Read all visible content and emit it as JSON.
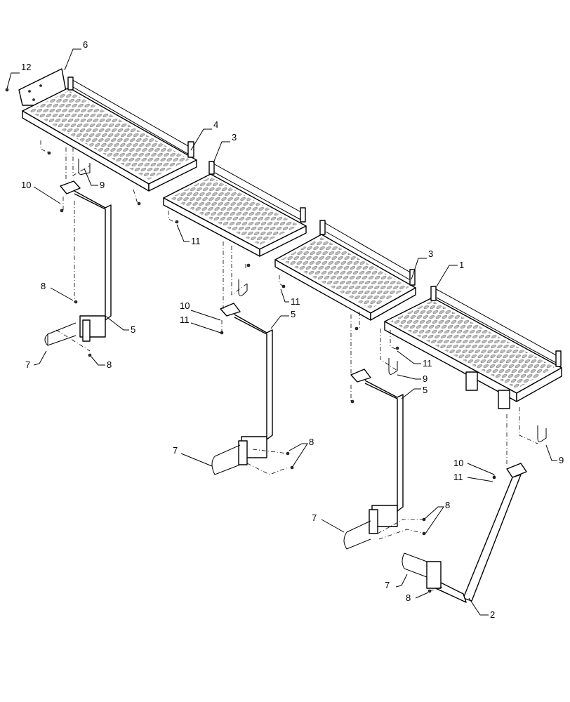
{
  "callouts": [
    {
      "id": "c12a",
      "text": "12"
    },
    {
      "id": "c6a",
      "text": "6"
    },
    {
      "id": "c4a",
      "text": "4"
    },
    {
      "id": "c3a",
      "text": "3"
    },
    {
      "id": "c9a",
      "text": "9"
    },
    {
      "id": "c10a",
      "text": "10"
    },
    {
      "id": "c11a",
      "text": "11"
    },
    {
      "id": "c8a",
      "text": "8"
    },
    {
      "id": "c5a",
      "text": "5"
    },
    {
      "id": "c7a",
      "text": "7"
    },
    {
      "id": "c8b",
      "text": "8"
    },
    {
      "id": "c11b",
      "text": "11"
    },
    {
      "id": "c10b",
      "text": "10"
    },
    {
      "id": "c11c",
      "text": "11"
    },
    {
      "id": "c5b",
      "text": "5"
    },
    {
      "id": "c3b",
      "text": "3"
    },
    {
      "id": "c1a",
      "text": "1"
    },
    {
      "id": "c11d",
      "text": "11"
    },
    {
      "id": "c9b",
      "text": "9"
    },
    {
      "id": "c5c",
      "text": "5"
    },
    {
      "id": "c7b",
      "text": "7"
    },
    {
      "id": "c8c",
      "text": "8"
    },
    {
      "id": "c9c",
      "text": "9"
    },
    {
      "id": "c10c",
      "text": "10"
    },
    {
      "id": "c11e",
      "text": "11"
    },
    {
      "id": "c8d",
      "text": "8"
    },
    {
      "id": "c7c",
      "text": "7"
    },
    {
      "id": "c7d",
      "text": "7"
    },
    {
      "id": "c8e",
      "text": "8"
    },
    {
      "id": "c2a",
      "text": "2"
    }
  ]
}
